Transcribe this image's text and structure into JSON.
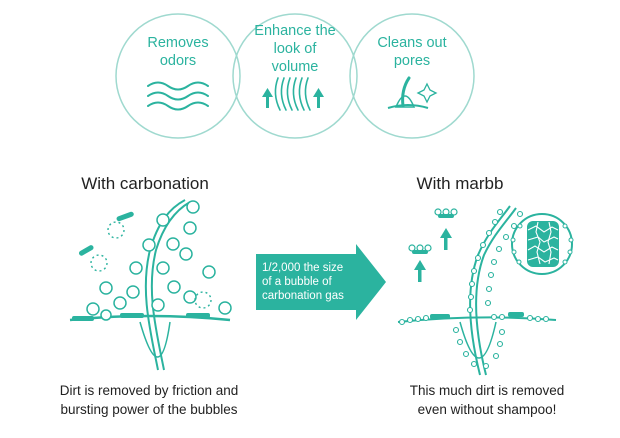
{
  "benefits": [
    {
      "label": "Removes odors",
      "icon": "wavy-lines-icon"
    },
    {
      "label": "Enhance the look of volume",
      "icon": "volume-strands-icon"
    },
    {
      "label": "Cleans out pores",
      "icon": "pore-sparkle-icon"
    }
  ],
  "left_panel": {
    "title": "With carbonation",
    "caption_line1": "Dirt is removed by friction and",
    "caption_line2": "bursting power of the bubbles"
  },
  "arrow": {
    "line1": "1/2,000 the size",
    "line2": "of a bubble of",
    "line3": "carbonation gas"
  },
  "right_panel": {
    "title": "With marbb",
    "caption_line1": "This much dirt is removed",
    "caption_line2": "even without shampoo!"
  },
  "colors": {
    "accent": "#2bb39f",
    "circle_stroke": "#9fd9cf",
    "text": "#222222",
    "background": "#ffffff"
  }
}
